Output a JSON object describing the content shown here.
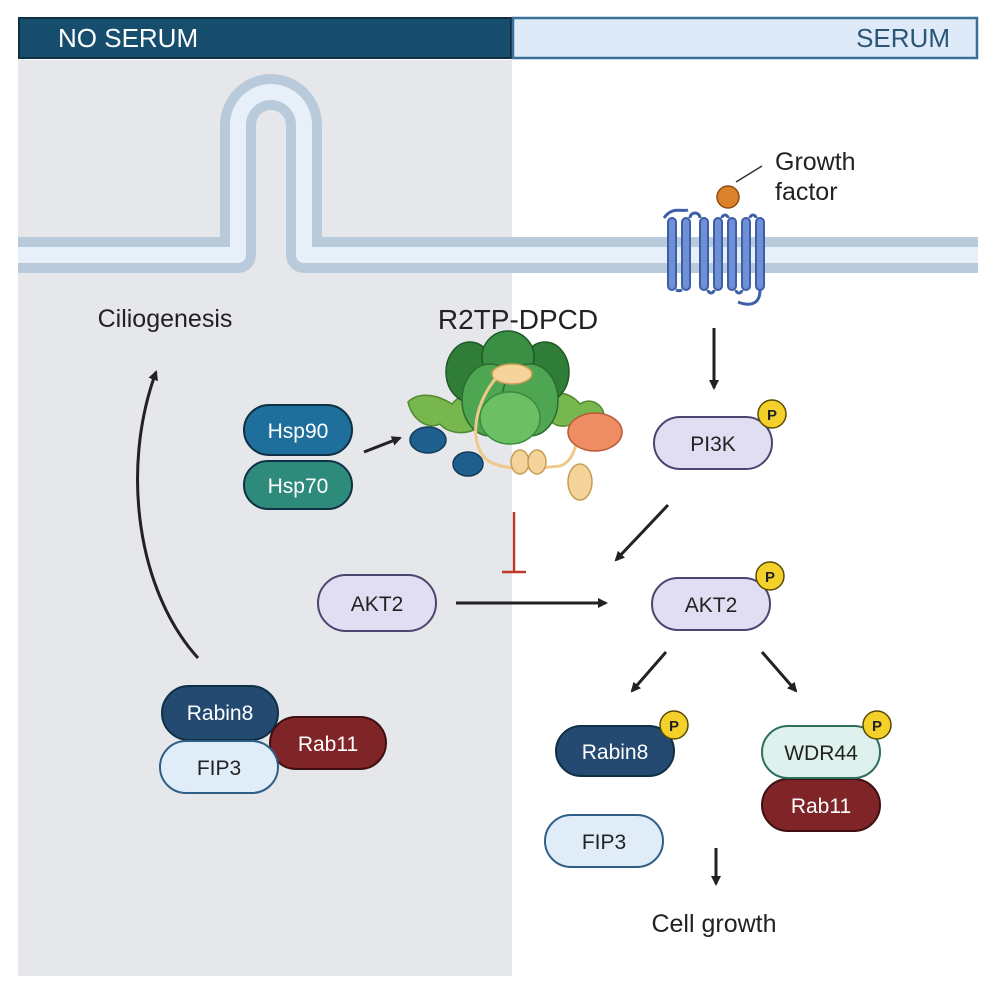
{
  "header": {
    "left_label": "NO SERUM",
    "right_label": "SERUM"
  },
  "labels": {
    "growth_factor_line1": "Growth",
    "growth_factor_line2": "factor",
    "ciliogenesis": "Ciliogenesis",
    "complex": "R2TP-DPCD",
    "cell_growth": "Cell growth"
  },
  "proteins": {
    "hsp90": "Hsp90",
    "hsp70": "Hsp70",
    "pi3k": "PI3K",
    "akt2_inactive": "AKT2",
    "akt2_active": "AKT2",
    "rabin8_left": "Rabin8",
    "fip3_left": "FIP3",
    "rab11_left": "Rab11",
    "rabin8_right": "Rabin8",
    "fip3_right": "FIP3",
    "wdr44": "WDR44",
    "rab11_right": "Rab11"
  },
  "phospho": {
    "pi3k": "P",
    "akt2": "P",
    "rabin8": "P",
    "wdr44": "P"
  },
  "colors": {
    "no_serum_bg": "#e6e7ea",
    "header_dark": "#174e6e",
    "header_light": "#deeaf7",
    "membrane_outer": "#b9cada",
    "membrane_inner": "#e7f0f9",
    "hsp90": "#1f6f9c",
    "hsp70": "#2e8b7c",
    "akt2": "#e1ddf3",
    "pi3k": "#e1ddf3",
    "rabin8": "#244a72",
    "fip3": "#e0edf9",
    "rab11": "#7f2427",
    "wdr44": "#def1ec",
    "phospho": "#f3d12a",
    "inhibit": "#c0392b"
  }
}
